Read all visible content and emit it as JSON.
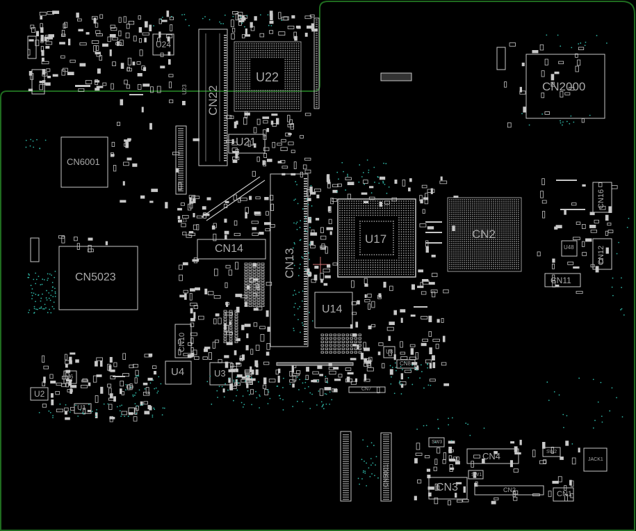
{
  "board": {
    "outline_color": "#1f6b1f",
    "part_color": "#c8c8c8",
    "pad_color": "#9a9a9a",
    "via_color": "#2fb5a5",
    "background": "#000000"
  },
  "labels": {
    "cn22": "CN22",
    "u22": "U22",
    "u24": "U24",
    "u23": "U23",
    "u21": "U21",
    "cn2000": "CN2000",
    "cn6001": "CN6001",
    "cn5023": "CN5023",
    "cn14": "CN14",
    "cn13": "CN13",
    "u17": "U17",
    "cn2_right": "CN2",
    "u14": "U14",
    "cn16": "CN16",
    "cn12": "CN12",
    "cn11": "CN11",
    "u48": "U48",
    "cn10": "CN10",
    "u4": "U4",
    "u3": "U3",
    "u2": "U2",
    "u1": "U1",
    "u6": "U6",
    "u8": "U8",
    "cn8": "CN8",
    "cn7": "CN7",
    "cn4": "CN4",
    "cn3": "CN3",
    "cn2_bottom": "CN2",
    "cn1": "CN1",
    "sw1": "SW1",
    "sw2": "SW2",
    "sw3": "SW3",
    "jack": "JACK1",
    "cn5001": "CN5001",
    "u13": "U13"
  }
}
